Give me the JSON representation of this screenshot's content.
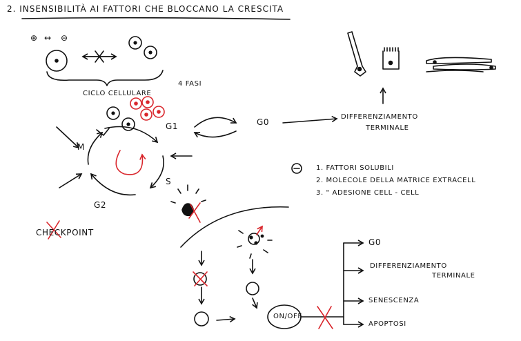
{
  "title": "2. INSENSIBILITÀ AI FATTORI CHE BLOCCANO LA CRESCITA",
  "top_diagram": {
    "symbols": [
      "⊕",
      "↔",
      "⊖"
    ],
    "cycle_label": "CICLO CELLULARE",
    "phases_count_label": "4 FASI"
  },
  "cycle": {
    "phases": {
      "g1": "G1",
      "s": "S",
      "g2": "G2",
      "m": "M"
    },
    "g0": "G0",
    "outcome": [
      "DIFFERENZIAMENTO",
      "TERMINALE"
    ]
  },
  "factors": {
    "minus_symbol": "⊖",
    "items": [
      "1. FATTORI SOLUBILI",
      "2. MOLECOLE DELLA MATRICE EXTRACELL",
      "3.   \"   ADESIONE CELL - CELL"
    ]
  },
  "checkpoint": "CHECKPOINT",
  "switch": "ON/OFF",
  "fates": [
    {
      "label": "G0"
    },
    {
      "label": "DIFFERENZIAMENTO",
      "sub": "TERMINALE"
    },
    {
      "label": "SENESCENZA"
    },
    {
      "label": "APOPTOSI"
    }
  ],
  "colors": {
    "ink": "#111111",
    "red": "#d9262c"
  }
}
